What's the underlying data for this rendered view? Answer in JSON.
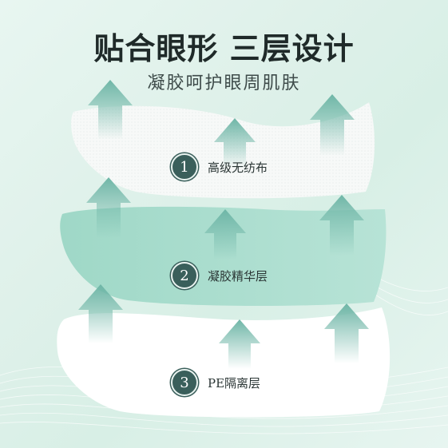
{
  "heading": "贴合眼形 三层设计",
  "subheading": "凝胶呵护眼周肌肤",
  "layers": [
    {
      "number": "1",
      "label": "高级无纺布"
    },
    {
      "number": "2",
      "label": "凝胶精华层"
    },
    {
      "number": "3",
      "label": "PE隔离层"
    }
  ],
  "colors": {
    "badge": "#3a5f5b",
    "gel_layer": "#a9dccd",
    "arrow": "#6fb6a7"
  },
  "icons": [
    "up-arrow-icon"
  ]
}
